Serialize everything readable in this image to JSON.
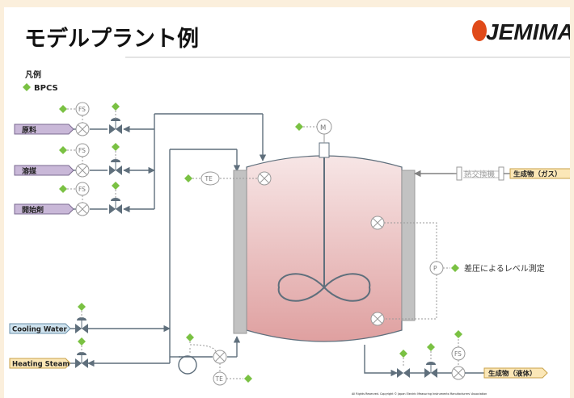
{
  "title": "モデルプラント例",
  "logo_text": "JEMIMA",
  "legend": {
    "heading": "凡例",
    "item": "BPCS"
  },
  "inputs": [
    "原料",
    "溶媒",
    "開始剤"
  ],
  "utilities": [
    "Cooling Water",
    "Heating Steam"
  ],
  "instruments": {
    "fs": "FS",
    "te": "TE",
    "m": "M",
    "p": "P"
  },
  "heat_exchanger": "熱交換機",
  "products": {
    "gas": "生成物（ガス）",
    "liquid": "生成物（液体）"
  },
  "level_note": "差圧によるレベル測定",
  "copyright": "All Rights Reserved. Copyright © Japan Electric Measuring Instruments Manufacturers' Association",
  "colors": {
    "green": "#7ac143",
    "input_fill": "#c9b8d8",
    "cooling_fill": "#cfe3ef",
    "steam_fill": "#fbe7b7",
    "product_fill": "#fbe7b7",
    "logo": "#e04a19",
    "line": "#5f6f7c"
  }
}
